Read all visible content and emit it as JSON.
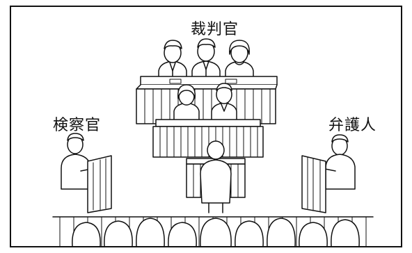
{
  "labels": {
    "judges": "裁判官",
    "prosecutor": "検察官",
    "defense": "弁護人"
  }
}
